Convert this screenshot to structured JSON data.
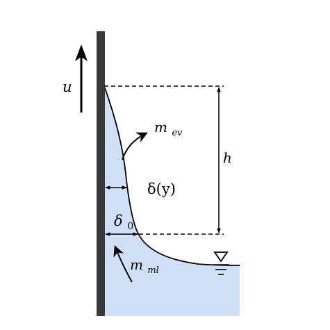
{
  "colors": {
    "liquid": "#cfe0f7",
    "wall": "#3a3a3a",
    "line": "#000000"
  },
  "labels": {
    "velocity": "u",
    "height": "h",
    "evaporation_main": "m",
    "evaporation_sub": "ev",
    "film_thickness": "δ(y)",
    "delta_main": "δ",
    "delta_sub": "0",
    "meniscus_main": "m",
    "meniscus_sub": "ml"
  },
  "icons": {
    "liquid_level": "free-surface-triangle-icon"
  }
}
